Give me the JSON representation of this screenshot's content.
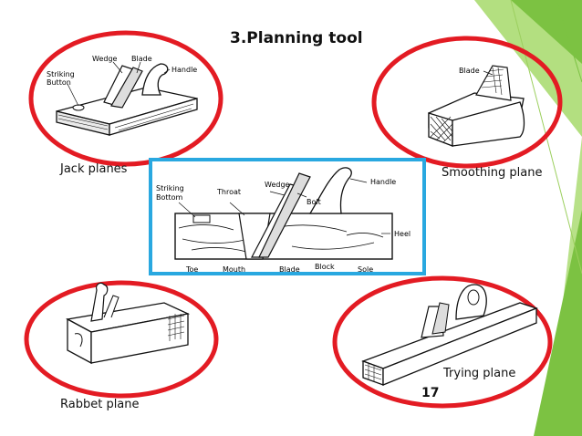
{
  "slide": {
    "title": "3.Planning tool",
    "page_number": "17",
    "accent_color": "#7cc242",
    "accent_color_light": "#a6d96a",
    "ellipse_color": "#e31b23",
    "frame_color": "#29a8e0"
  },
  "captions": {
    "jack": "Jack planes",
    "smoothing": "Smoothing plane",
    "rabbet": "Rabbet plane",
    "trying": "Trying plane"
  },
  "jack_diagram": {
    "wedge": "Wedge",
    "blade": "Blade",
    "handle": "Handle",
    "striking": "Striking",
    "button": "Button"
  },
  "smoothing_diagram": {
    "blade": "Blade"
  },
  "center_diagram": {
    "striking": "Striking",
    "bottom": "Bottom",
    "throat": "Throat",
    "wedge": "Wedge",
    "bolt": "Bolt",
    "handle": "Handle",
    "heel": "Heel",
    "toe": "Toe",
    "mouth": "Mouth",
    "blade": "Blade",
    "block": "Block",
    "sole": "Sole"
  }
}
